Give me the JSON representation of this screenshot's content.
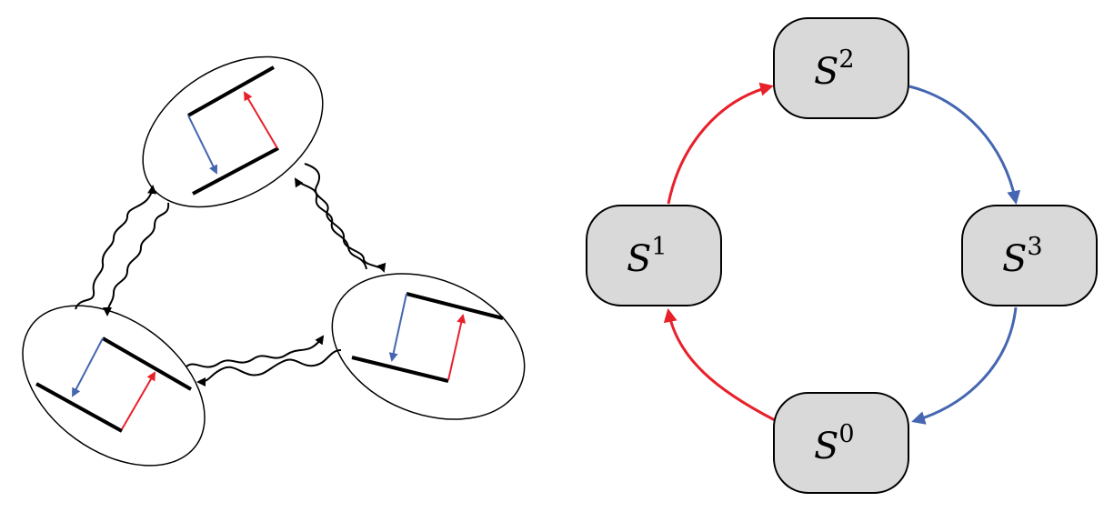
{
  "colors": {
    "red": "#e8202a",
    "blue": "#4566b0",
    "node_fill": "#d9d9d9",
    "black": "#000000"
  },
  "states": [
    {
      "id": "S0",
      "base": "S",
      "sup": "0"
    },
    {
      "id": "S1",
      "base": "S",
      "sup": "1"
    },
    {
      "id": "S2",
      "base": "S",
      "sup": "2"
    },
    {
      "id": "S3",
      "base": "S",
      "sup": "3"
    }
  ],
  "cycle": [
    {
      "from": "S0",
      "to": "S1",
      "color": "red"
    },
    {
      "from": "S1",
      "to": "S2",
      "color": "red"
    },
    {
      "from": "S2",
      "to": "S3",
      "color": "blue"
    },
    {
      "from": "S3",
      "to": "S0",
      "color": "blue"
    }
  ]
}
